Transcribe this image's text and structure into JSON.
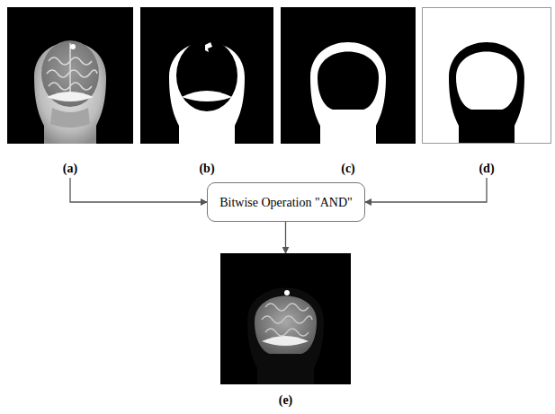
{
  "diagram": {
    "nodes": [
      {
        "text": [
          "(a)"
        ]
      },
      {
        "text": [
          "(b)"
        ]
      },
      {
        "text": [
          "(c)"
        ]
      },
      {
        "text": [
          "(d)"
        ]
      },
      {
        "text": [
          "Bitwise Operation \"AND\""
        ]
      },
      {
        "text": [
          "(e)"
        ]
      }
    ],
    "edges": [
      {
        "from": 0,
        "to": 4,
        "arrow": "to"
      },
      {
        "from": 3,
        "to": 4,
        "arrow": "to"
      },
      {
        "from": 4,
        "to": 5,
        "arrow": "to"
      }
    ]
  }
}
